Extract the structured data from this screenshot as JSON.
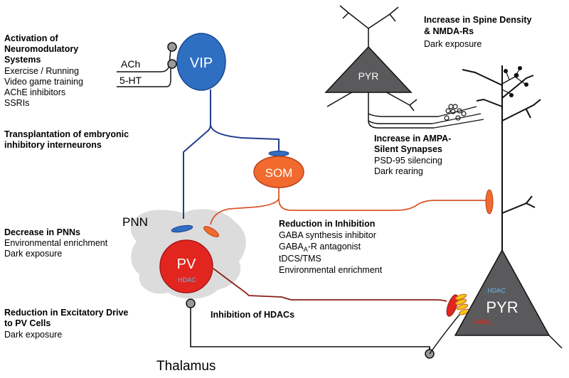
{
  "cells": {
    "vip": "VIP",
    "som": "SOM",
    "pv": "PV",
    "pv_hdac": "HDAC",
    "pyr_top": "PYR",
    "pyr_main": "PYR",
    "pyr_hdac": "HDAC",
    "gaba_a": "GABA",
    "gaba_a_sub": "A"
  },
  "labels": {
    "pnn": "PNN",
    "thalamus": "Thalamus",
    "ach": "ACh",
    "ht5": "5-HT"
  },
  "blocks": {
    "neuromod": {
      "title": [
        "Activation of",
        "Neuromodulatory",
        "Systems"
      ],
      "items": [
        "Exercise / Running",
        "Video game training",
        "AChE inhibitors",
        "SSRIs"
      ]
    },
    "transplant": {
      "title": [
        "Transplantation of embryonic",
        "inhibitory interneurons"
      ]
    },
    "pnn_decrease": {
      "title": [
        "Decrease in PNNs"
      ],
      "items": [
        "Environmental enrichment",
        "Dark exposure"
      ]
    },
    "excitatory": {
      "title": [
        "Reduction in Excitatory Drive",
        "to PV Cells"
      ],
      "items": [
        "Dark exposure"
      ]
    },
    "hdac_inhibition": {
      "title": [
        "Inhibition of HDACs"
      ]
    },
    "reduction_inhibition": {
      "title": "Reduction in Inhibition",
      "item1": "GABA synthesis inhibitor",
      "item2_pre": "GABA",
      "item2_sub": "A",
      "item2_post": "-R antagonist",
      "item3": "tDCS/TMS",
      "item4": "Environmental enrichment"
    },
    "ampa": {
      "title": [
        "Increase in AMPA-",
        "Silent Synapses"
      ],
      "items": [
        "PSD-95 silencing",
        "Dark rearing"
      ]
    },
    "spine": {
      "title": [
        "Increase in Spine Density",
        "& NMDA-Rs"
      ],
      "items": [
        "Dark exposure"
      ]
    }
  },
  "colors": {
    "vip": "#2e6fc2",
    "som": "#f26a2e",
    "pv": "#e2261f",
    "pyr": "#5a5a5c",
    "pnn": "#dcdcdc",
    "blue_axon": "#243c8c",
    "orange_axon": "#d9562a",
    "red_axon": "#8a1f17",
    "hdac_text": "#6fb6e8"
  }
}
